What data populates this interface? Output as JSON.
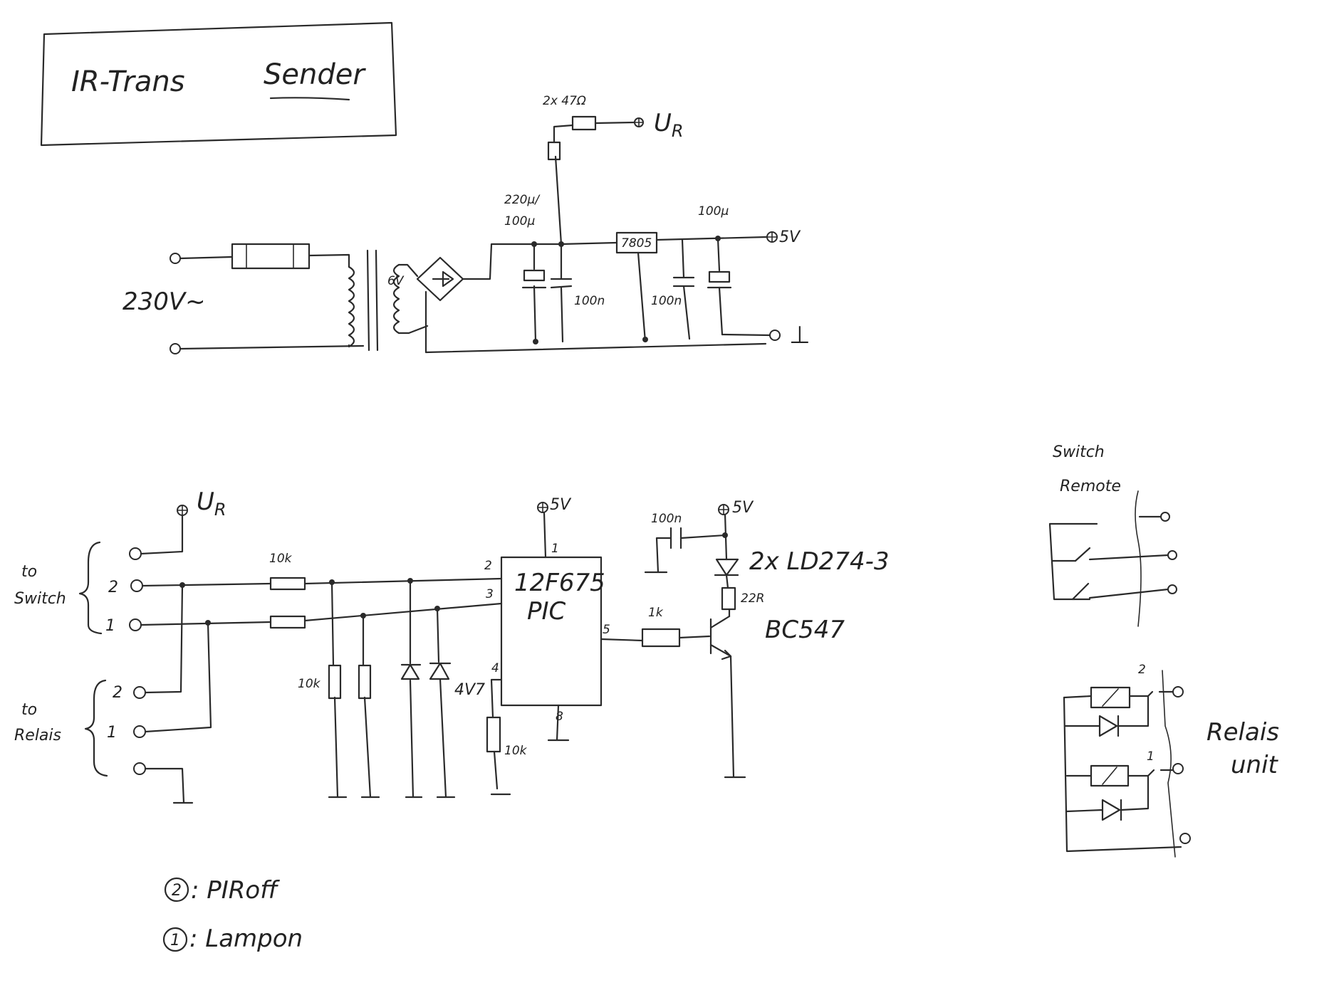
{
  "title": {
    "text": "IR-Trans",
    "subtitle": "Sender"
  },
  "power_supply": {
    "mains": "230V~",
    "secondary": "6V",
    "series_resistor": "2x 47Ω",
    "rail_ur": "U",
    "rail_ur_sub": "R",
    "cap_bulk": "220µ/\n100µ",
    "cap_bulk_line1": "220µ/",
    "cap_bulk_line2": "100µ",
    "cap_in": "100n",
    "regulator": "7805",
    "cap_out_elko": "100µ",
    "cap_out": "100n",
    "out_5v": "5V",
    "gnd_symbol": "⊥"
  },
  "controller": {
    "ur": "U",
    "ur_sub": "R",
    "to_switch": [
      "to",
      "Switch"
    ],
    "to_relais": [
      "to",
      "Relais"
    ],
    "pin_2": "2",
    "pin_1": "1",
    "res_in": "10k",
    "res_pulldown": "10k",
    "zener": "4V7",
    "res_gp3": "10k",
    "mcu_line1": "12F675",
    "mcu_line2": "PIC",
    "mcu_pin1": "1",
    "mcu_pin2": "2",
    "mcu_pin3": "3",
    "mcu_pin4": "4",
    "mcu_pin5": "5",
    "mcu_pin8": "8",
    "vcc": "5V",
    "vcc_led": "5V",
    "cap_decouple": "100n",
    "ir_led": "2x LD274-3",
    "res_led": "22R",
    "res_base": "1k",
    "transistor": "BC547"
  },
  "legend": [
    {
      "num": "2",
      "text": ": PIRoff"
    },
    {
      "num": "1",
      "text": ": Lampon"
    }
  ],
  "switch_remote": {
    "line1": "Switch",
    "line2": "Remote"
  },
  "relais_unit": {
    "line1": "Relais",
    "line2": "unit",
    "pin_2": "2",
    "pin_1": "1"
  }
}
